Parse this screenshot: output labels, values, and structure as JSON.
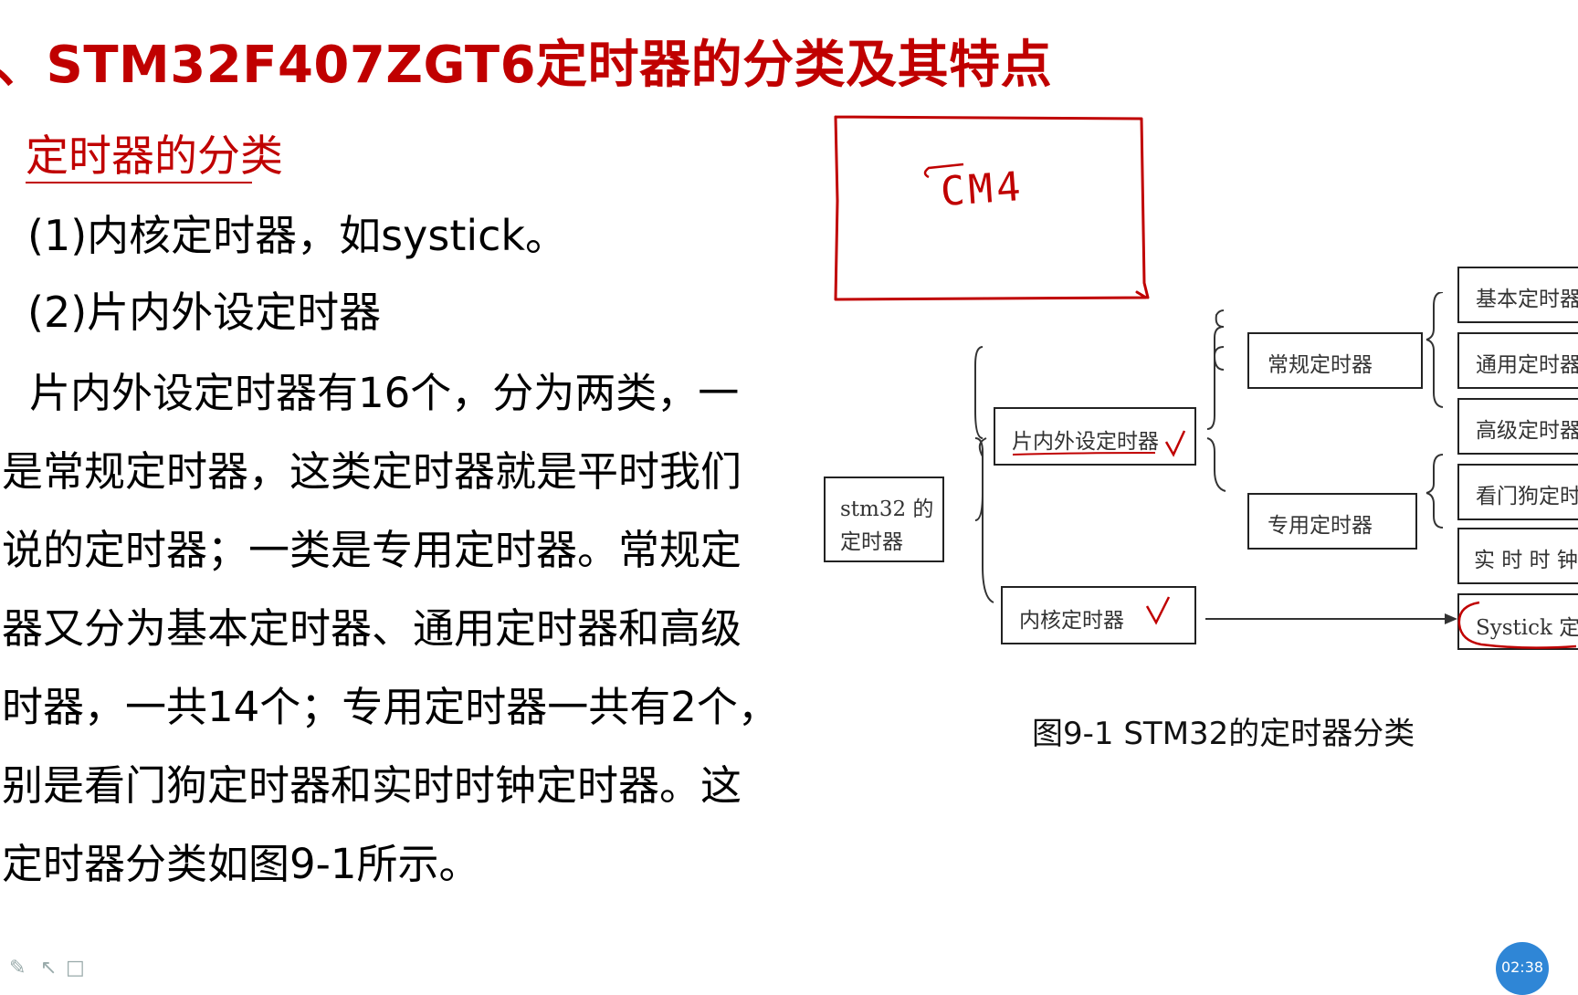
{
  "slide": {
    "title": "、STM32F407ZGT6定时器的分类及其特点",
    "section_heading": "定时器的分类",
    "items": [
      "(1)内核定时器，如systick。",
      "(2)片内外设定时器"
    ],
    "paragraph_lines": [
      "片内外设定时器有16个，分为两类，一",
      "是常规定时器，这类定时器就是平时我们",
      "说的定时器；一类是专用定时器。常规定",
      "器又分为基本定时器、通用定时器和高级",
      "时器，一共14个；专用定时器一共有2个，",
      "别是看门狗定时器和实时时钟定时器。这",
      "定时器分类如图9-1所示。"
    ]
  },
  "diagram": {
    "root": [
      "stm32 的",
      "定时器"
    ],
    "peripheral": "片内外设定时器",
    "core": "内核定时器",
    "regular": "常规定时器",
    "special": "专用定时器",
    "basic": "基本定时器",
    "general": "通用定时器",
    "advanced": "高级定时器",
    "watchdog": "看门狗定时器",
    "rtc": "实 时 时 钟",
    "systick": "Systick 定时器",
    "handwriting": "CM4",
    "caption": "图9-1  STM32的定时器分类",
    "annotation_color": "#c00000"
  },
  "player": {
    "time": "02:38"
  }
}
